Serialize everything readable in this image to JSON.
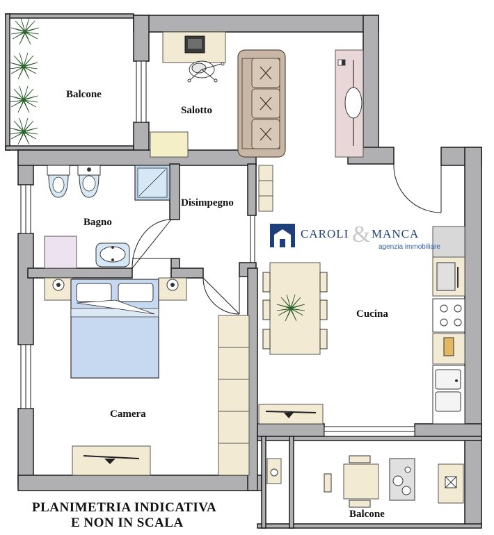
{
  "rooms": {
    "balcone_top": "Balcone",
    "salotto": "Salotto",
    "disimpegno": "Disimpegno",
    "bagno": "Bagno",
    "cucina": "Cucina",
    "camera": "Camera",
    "balcone_bottom": "Balcone"
  },
  "logo": {
    "name_left": "CAROLI",
    "ampersand": "&",
    "name_right": "MANCA",
    "tagline": "agenzia immobiliare",
    "color": "#1f3f7a"
  },
  "footer": {
    "line1": "PLANIMETRIA INDICATIVA",
    "line2": "E NON IN SCALA"
  },
  "colors": {
    "wall": "#b0b0b2",
    "wall_stroke": "#1a1a1a",
    "furniture_wood": "#f3ead4",
    "sofa": "#c9b7a5",
    "bed": "#c7d9f0",
    "shelf": "#e9d7d8",
    "bath_floor": "#d6e8f5"
  }
}
